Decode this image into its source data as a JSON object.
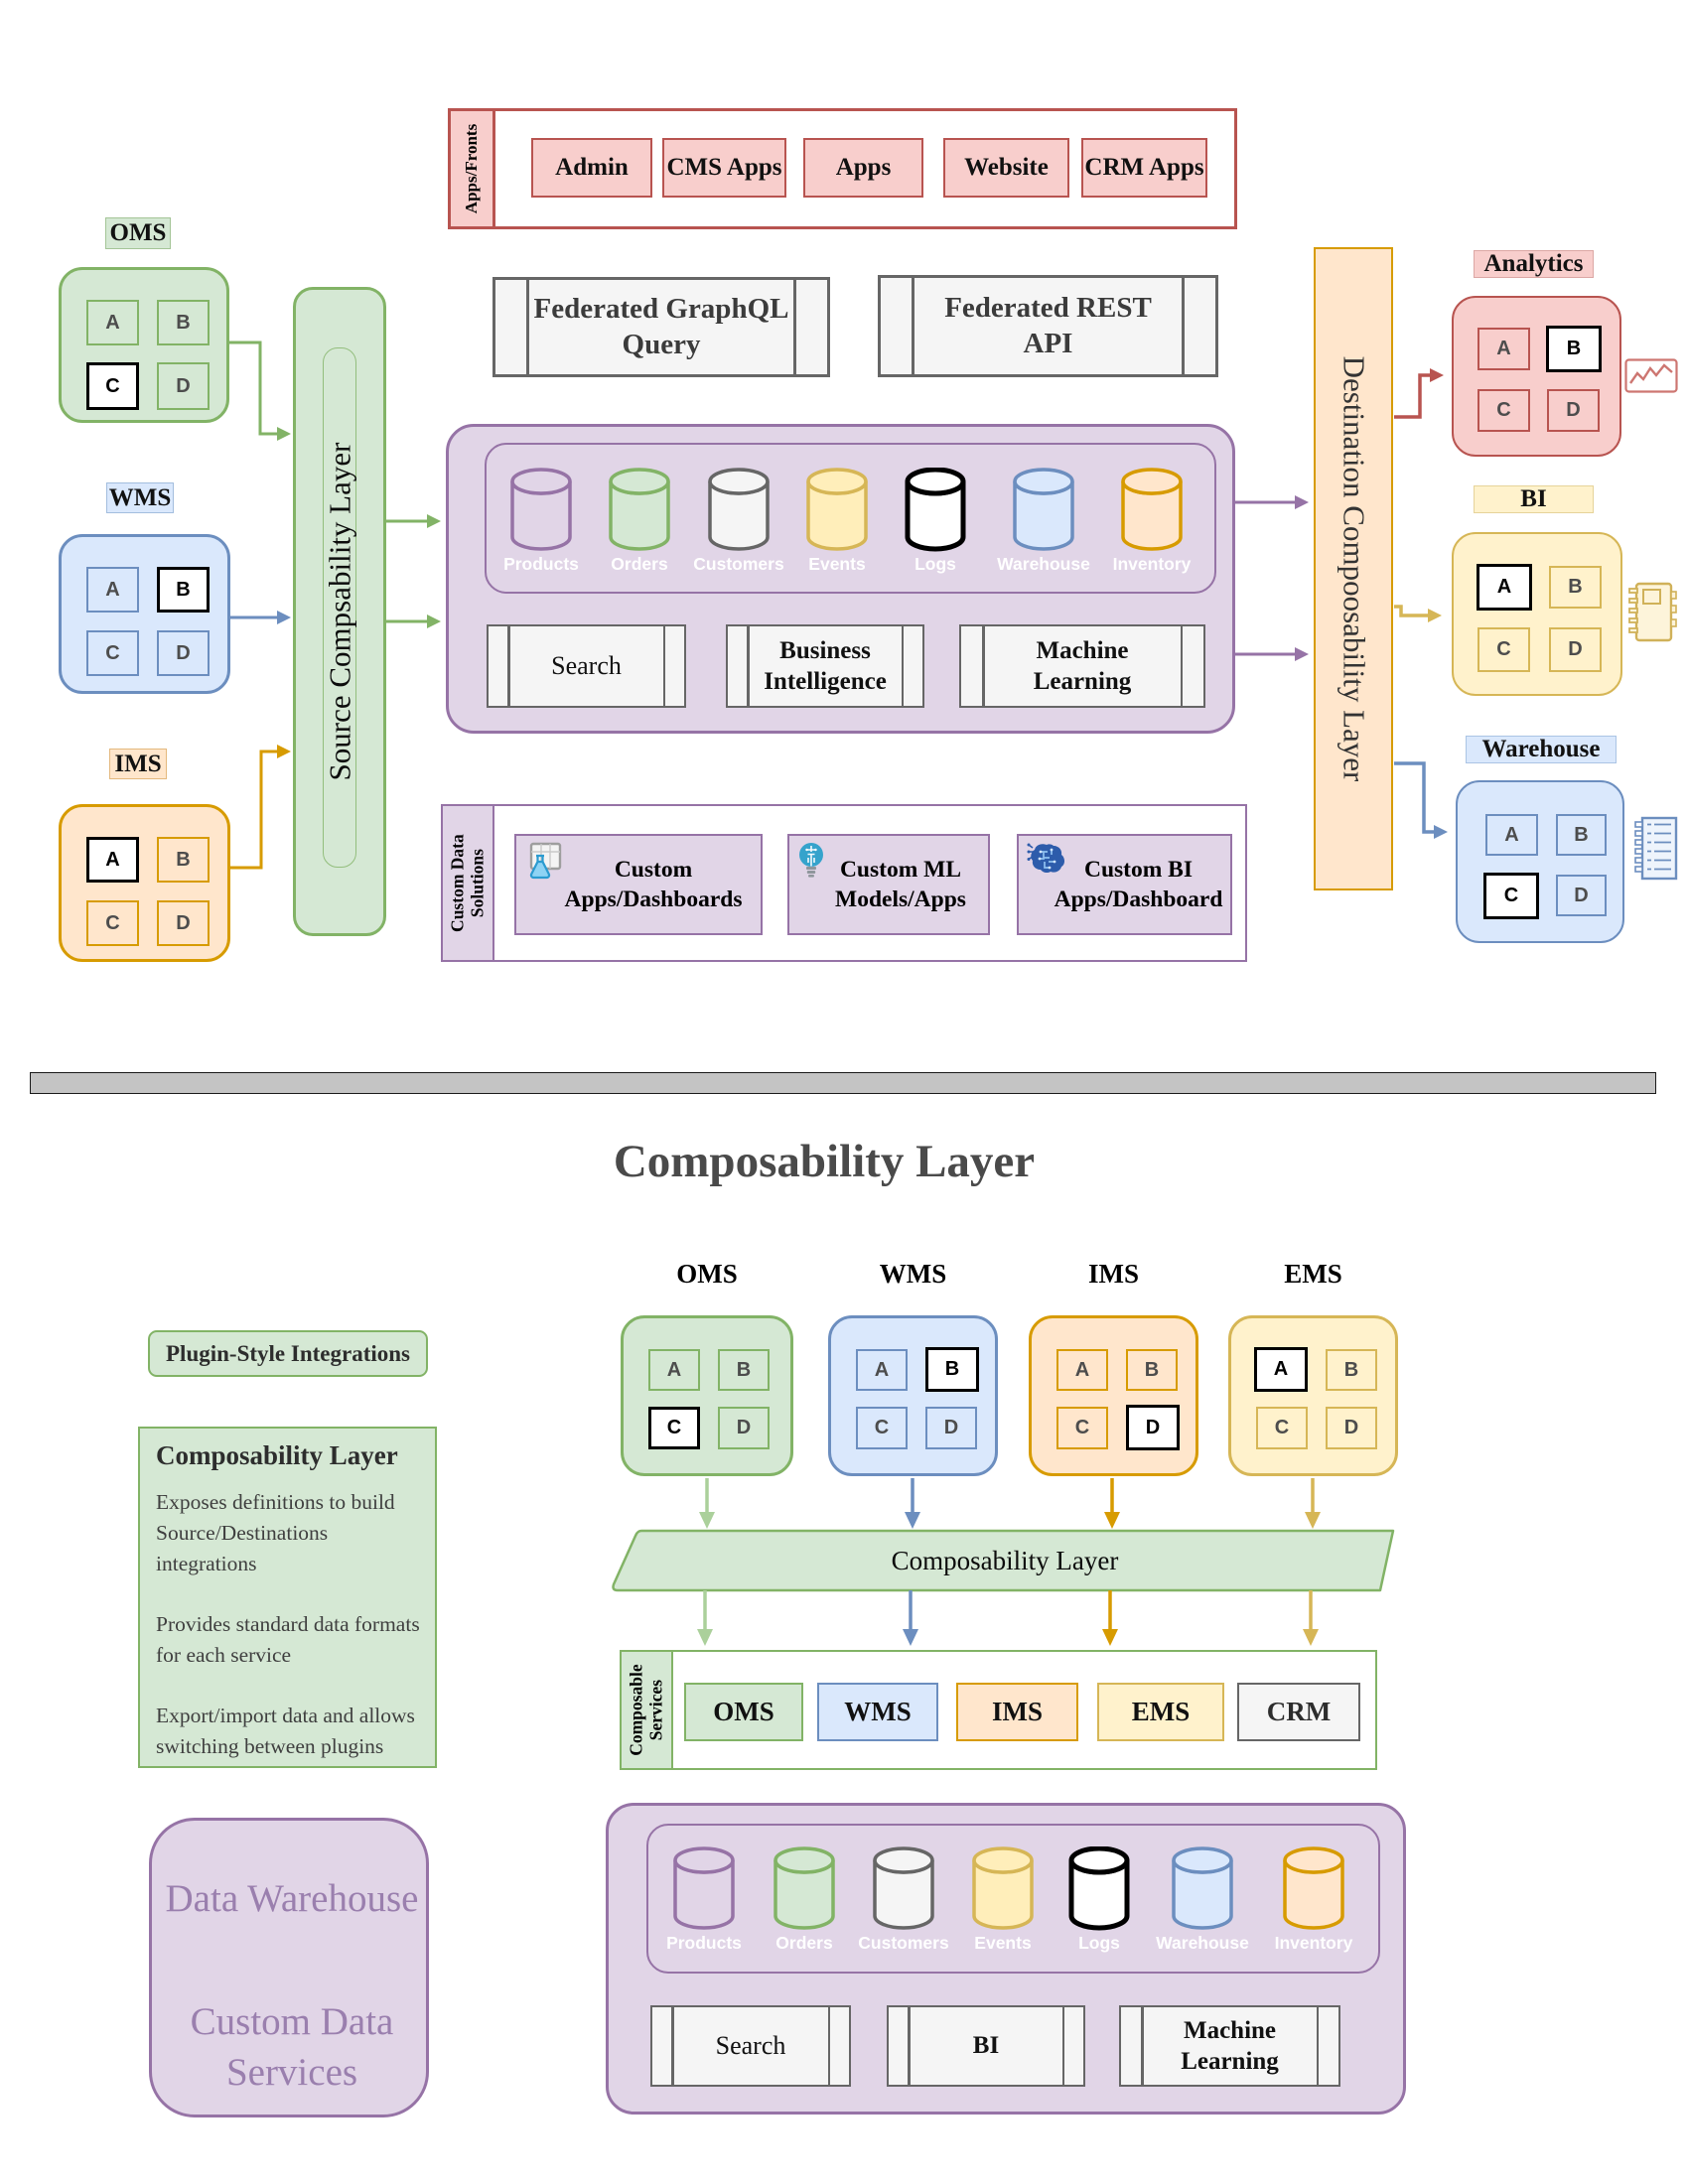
{
  "palette": {
    "green_fill": "#d5e8d4",
    "green_line": "#82b366",
    "blue_fill": "#dae8fc",
    "blue_line": "#6c8ebf",
    "orange_fill": "#ffe6cc",
    "orange_line": "#d79b00",
    "yellow_fill": "#fff2cc",
    "yellow_line": "#d6b656",
    "red_fill": "#f8cecc",
    "red_line": "#b85450",
    "purple_fill": "#e1d5e7",
    "purple_line": "#9673a6",
    "gray_fill": "#f5f5f5",
    "gray_line": "#666666"
  },
  "top": {
    "apps_fronts": {
      "label": "Apps/Fronts",
      "buttons": [
        "Admin",
        "CMS Apps",
        "Apps",
        "Website",
        "CRM Apps"
      ]
    },
    "sources": [
      {
        "label": "OMS",
        "cells": [
          "A",
          "B",
          "C",
          "D"
        ],
        "highlighted_cell": "C"
      },
      {
        "label": "WMS",
        "cells": [
          "A",
          "B",
          "C",
          "D"
        ],
        "highlighted_cell": "B"
      },
      {
        "label": "IMS",
        "cells": [
          "A",
          "B",
          "C",
          "D"
        ],
        "highlighted_cell": "A"
      }
    ],
    "source_layer": {
      "label": "Source Compsability Layer"
    },
    "federated": [
      {
        "label": "Federated GraphQL Query"
      },
      {
        "label": "Federated REST API"
      }
    ],
    "platform": {
      "cylinders": [
        {
          "label": "Products"
        },
        {
          "label": "Orders"
        },
        {
          "label": "Customers"
        },
        {
          "label": "Events"
        },
        {
          "label": "Logs"
        },
        {
          "label": "Warehouse"
        },
        {
          "label": "Inventory"
        }
      ],
      "services": [
        {
          "label": "Search"
        },
        {
          "label": "Business Intelligence"
        },
        {
          "label": "Machine Learning"
        }
      ]
    },
    "custom_solutions": {
      "label": "Custom Data Solutions",
      "items": [
        {
          "label": "Custom Apps/Dashboards",
          "icon": "flask-grid-icon"
        },
        {
          "label": "Custom ML Models/Apps",
          "icon": "lightbulb-icon"
        },
        {
          "label": "Custom BI Apps/Dashboard",
          "icon": "brain-icon"
        }
      ]
    },
    "destination_layer": {
      "label": "Destination Compoosability Layer"
    },
    "destinations": [
      {
        "label": "Analytics",
        "cells": [
          "A",
          "B",
          "C",
          "D"
        ],
        "highlighted_cell": "B",
        "icon": "line-chart-icon"
      },
      {
        "label": "BI",
        "cells": [
          "A",
          "B",
          "C",
          "D"
        ],
        "highlighted_cell": "A",
        "icon": "notebook-icon"
      },
      {
        "label": "Warehouse",
        "cells": [
          "A",
          "B",
          "C",
          "D"
        ],
        "highlighted_cell": "C",
        "icon": "list-icon"
      }
    ]
  },
  "bottom": {
    "title": "Composability Layer",
    "plugin_badge": "Plugin-Style Integrations",
    "info_panel": {
      "title": "Composability Layer",
      "paragraphs": [
        "Exposes definitions to build Source/Destinations integrations",
        "Provides standard data formats for each service",
        "Export/import data and allows switching between plugins"
      ]
    },
    "services": [
      {
        "label": "OMS",
        "cells": [
          "A",
          "B",
          "C",
          "D"
        ],
        "highlighted_cell": "C"
      },
      {
        "label": "WMS",
        "cells": [
          "A",
          "B",
          "C",
          "D"
        ],
        "highlighted_cell": "B"
      },
      {
        "label": "IMS",
        "cells": [
          "A",
          "B",
          "C",
          "D"
        ],
        "highlighted_cell": "D"
      },
      {
        "label": "EMS",
        "cells": [
          "A",
          "B",
          "C",
          "D"
        ],
        "highlighted_cell": "A"
      }
    ],
    "layer_band": {
      "label": "Composability Layer"
    },
    "composable": {
      "label": "Composable Services",
      "chips": [
        "OMS",
        "WMS",
        "IMS",
        "EMS",
        "CRM"
      ]
    },
    "warehouse_panel": {
      "line1": "Data Warehouse",
      "line2": "Custom Data Services"
    },
    "platform": {
      "cylinders": [
        {
          "label": "Products"
        },
        {
          "label": "Orders"
        },
        {
          "label": "Customers"
        },
        {
          "label": "Events"
        },
        {
          "label": "Logs"
        },
        {
          "label": "Warehouse"
        },
        {
          "label": "Inventory"
        }
      ],
      "services": [
        {
          "label": "Search"
        },
        {
          "label": "BI"
        },
        {
          "label": "Machine Learning"
        }
      ]
    }
  }
}
